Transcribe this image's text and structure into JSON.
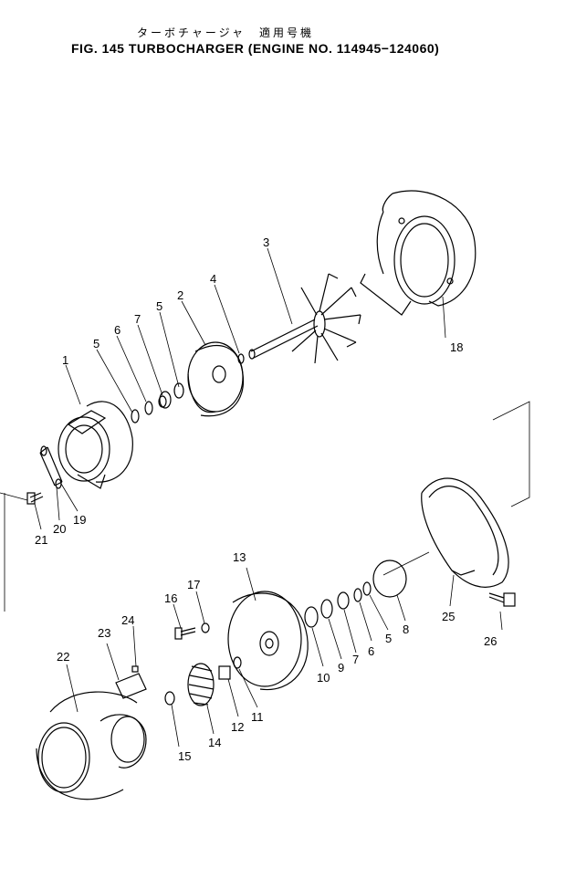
{
  "header": {
    "jp_title": "ターボチャージャ　適用号機",
    "fig_title": "FIG. 145  TURBOCHARGER (ENGINE NO. 114945−124060)"
  },
  "parts": [
    {
      "id": "1",
      "label": "1"
    },
    {
      "id": "2",
      "label": "2"
    },
    {
      "id": "3",
      "label": "3"
    },
    {
      "id": "4",
      "label": "4"
    },
    {
      "id": "5a",
      "label": "5"
    },
    {
      "id": "5b",
      "label": "5"
    },
    {
      "id": "5c",
      "label": "5"
    },
    {
      "id": "6a",
      "label": "6"
    },
    {
      "id": "6b",
      "label": "6"
    },
    {
      "id": "7a",
      "label": "7"
    },
    {
      "id": "7b",
      "label": "7"
    },
    {
      "id": "8",
      "label": "8"
    },
    {
      "id": "9",
      "label": "9"
    },
    {
      "id": "10",
      "label": "10"
    },
    {
      "id": "11",
      "label": "11"
    },
    {
      "id": "12",
      "label": "12"
    },
    {
      "id": "13",
      "label": "13"
    },
    {
      "id": "14",
      "label": "14"
    },
    {
      "id": "15",
      "label": "15"
    },
    {
      "id": "16",
      "label": "16"
    },
    {
      "id": "17",
      "label": "17"
    },
    {
      "id": "18",
      "label": "18"
    },
    {
      "id": "19",
      "label": "19"
    },
    {
      "id": "20",
      "label": "20"
    },
    {
      "id": "21",
      "label": "21"
    },
    {
      "id": "22",
      "label": "22"
    },
    {
      "id": "23",
      "label": "23"
    },
    {
      "id": "24",
      "label": "24"
    },
    {
      "id": "25",
      "label": "25"
    },
    {
      "id": "26",
      "label": "26"
    }
  ]
}
